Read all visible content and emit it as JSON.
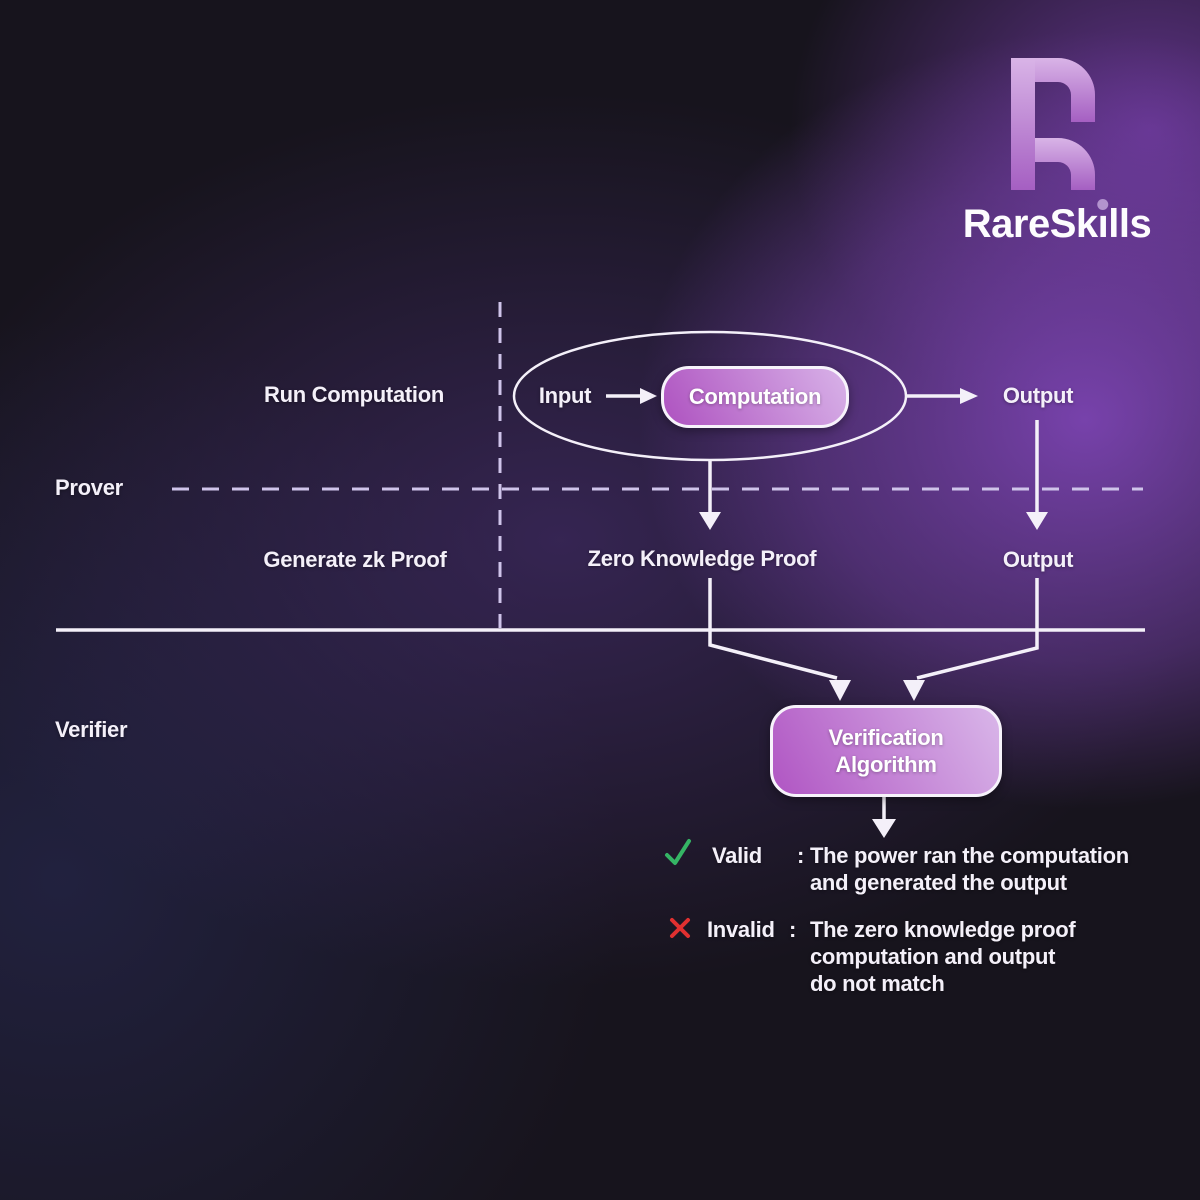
{
  "logo": {
    "brand_pre": "RareSk",
    "brand_i": "ı",
    "brand_post": "lls",
    "icon": "rareskills-r-icon"
  },
  "sections": {
    "prover_label": "Prover",
    "verifier_label": "Verifier",
    "row1_label": "Run Computation",
    "row2_label": "Generate zk Proof"
  },
  "flow": {
    "input": "Input",
    "computation": "Computation",
    "output_top": "Output",
    "zero_knowledge_proof": "Zero Knowledge Proof",
    "output_bottom": "Output",
    "verification_line1": "Verification",
    "verification_line2": "Algorithm"
  },
  "results": {
    "valid_label": "Valid",
    "valid_colon": ":",
    "valid_line1": "The power ran the computation",
    "valid_line2": "and generated the output",
    "invalid_label": "Invalid",
    "invalid_colon": ":",
    "invalid_line1": "The zero knowledge proof",
    "invalid_line2": "computation and output",
    "invalid_line3": "do not match"
  },
  "icons": {
    "valid": "check-icon",
    "invalid": "x-icon"
  },
  "colors": {
    "background_base": "#17141d",
    "glow_purple": "#7c44b2",
    "line_white": "#f4f0f9",
    "dash_lavender": "#cfc4ea",
    "box_gradient_start": "#ae52c0",
    "box_gradient_end": "#d8b2e8",
    "valid_green": "#35b565",
    "invalid_red": "#e13030",
    "logo_gradient_start": "#d9b4e7",
    "logo_gradient_end": "#a55fc2",
    "brand_dot": "#b294ce"
  }
}
